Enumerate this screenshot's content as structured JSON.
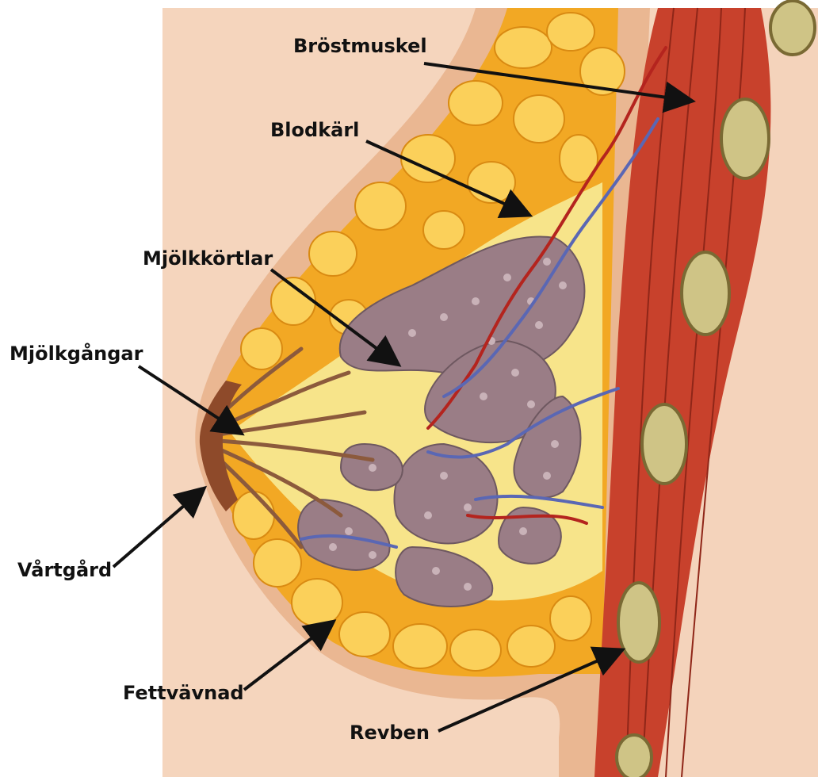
{
  "colors": {
    "skin": "#f1c9a8",
    "skin_shadow": "#e3ad86",
    "fat": "#f5b02a",
    "fat_light": "#fbd35c",
    "gland": "#9a7d86",
    "gland_dot": "#c9b2b8",
    "muscle": "#c8412c",
    "rib": "#cfc486",
    "artery": "#b4241e",
    "vein": "#5a67b4",
    "areola": "#8e4a2a",
    "pointer": "#111111"
  },
  "labels": {
    "brostmuskel": "Bröstmuskel",
    "blodkarl": "Blodkärl",
    "mjolkkortlar": "Mjölkkörtlar",
    "mjolkgangar": "Mjölkgångar",
    "vartgard": "Vårtgård",
    "fettvavnad": "Fettvävnad",
    "revben": "Revben"
  }
}
